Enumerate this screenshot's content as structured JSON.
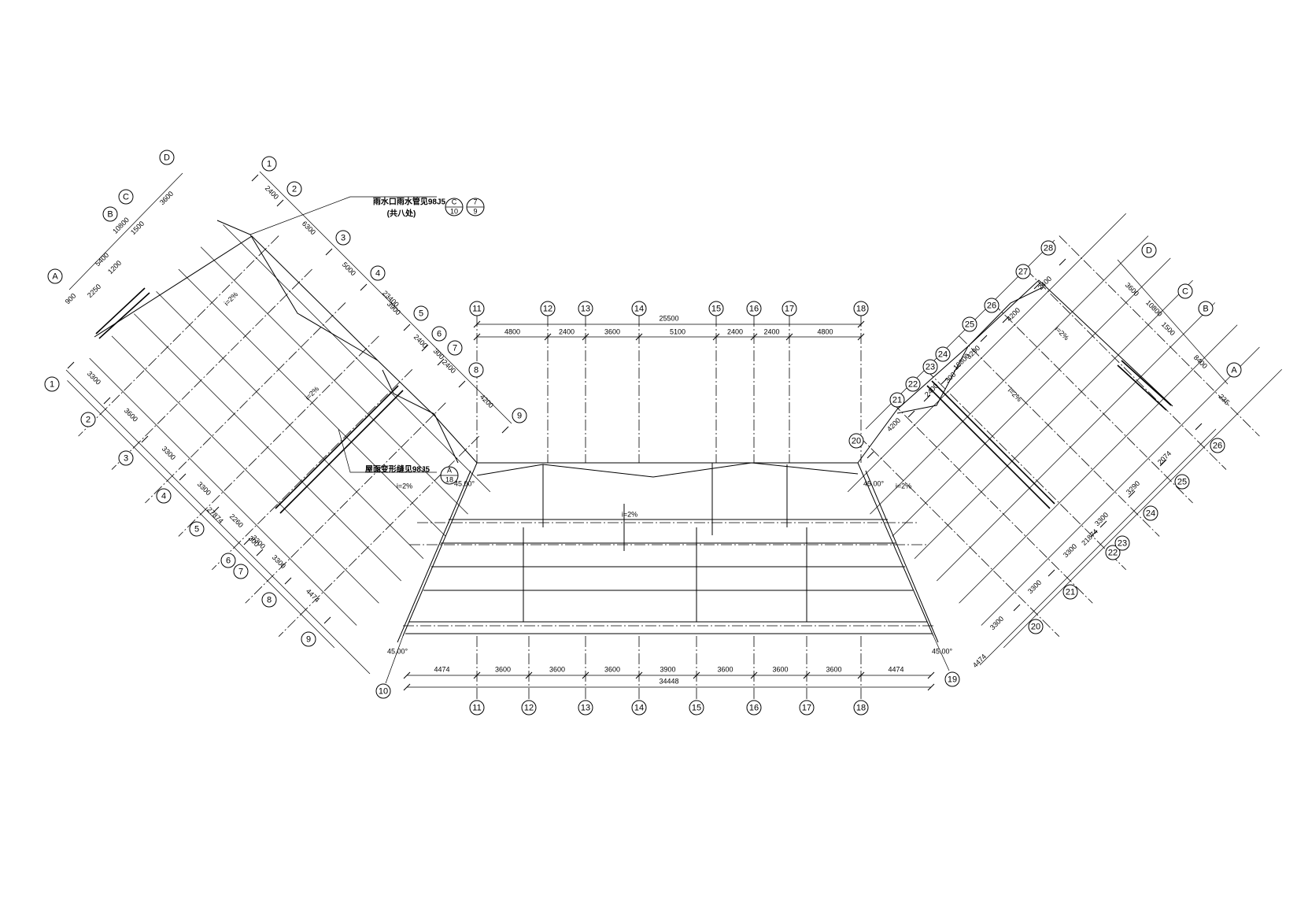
{
  "notes": {
    "drain_label": "雨水口雨水管见98J5",
    "drain_count": "(共八处)",
    "drain_ref_1_top": "C",
    "drain_ref_1_bottom": "10",
    "drain_ref_2_top": "7",
    "drain_ref_2_bottom": "9",
    "joint_label": "屋面变形缝见98J5",
    "joint_ref_top": "A",
    "joint_ref_bottom": "18"
  },
  "slopes": {
    "slope_text": "i=2%"
  },
  "center": {
    "top_axes": [
      "11",
      "12",
      "13",
      "14",
      "15",
      "16",
      "17",
      "18"
    ],
    "top_total": "25500",
    "top_dims": [
      "4800",
      "2400",
      "3600",
      "5100",
      "2400",
      "2400",
      "4800"
    ],
    "bottom_axes": [
      "11",
      "12",
      "13",
      "14",
      "15",
      "16",
      "17",
      "18"
    ],
    "bottom_dims": [
      "4474",
      "3600",
      "3600",
      "3600",
      "3900",
      "3600",
      "3600",
      "3600",
      "4474"
    ],
    "bottom_total": "34448",
    "corner_left_axis": "10",
    "corner_right_axis": "19",
    "angle_text": "45.00°"
  },
  "left_wing": {
    "row_axes": [
      "1",
      "2",
      "3",
      "4",
      "5",
      "6",
      "7",
      "8",
      "9"
    ],
    "row_dims": [
      "3300",
      "3600",
      "3300",
      "3300",
      "2260",
      "3300",
      "3300",
      "4474"
    ],
    "row_total": "27874",
    "row_gap": "300",
    "col_axes": [
      "A",
      "B",
      "C",
      "D"
    ],
    "col_dims": [
      "900",
      "2250",
      "1200",
      "5400",
      "1500",
      "3600"
    ],
    "col_total": "10800",
    "upper_axes": [
      "1",
      "2",
      "3",
      "4",
      "5",
      "6",
      "7",
      "8",
      "9"
    ],
    "upper_dims": [
      "2400",
      "6300",
      "5000",
      "3900",
      "2400",
      "2400",
      "4200"
    ],
    "upper_total": "23400",
    "upper_gap": "300"
  },
  "right_wing": {
    "row_axes": [
      "20",
      "21",
      "22",
      "23",
      "24",
      "25",
      "26"
    ],
    "row_dims": [
      "3300",
      "3300",
      "3300",
      "3300",
      "3290",
      "2074",
      "4474"
    ],
    "row_total": "21874",
    "col_axes": [
      "A",
      "B",
      "C",
      "D"
    ],
    "col_dims": [
      "235",
      "8400",
      "1500",
      "3600"
    ],
    "col_total": "10800",
    "upper_axes": [
      "28",
      "27",
      "26",
      "25",
      "24",
      "23",
      "22",
      "21",
      "20"
    ],
    "upper_dims": [
      "2400",
      "4200",
      "3290",
      "2400",
      "4200"
    ],
    "upper_total": "16800",
    "upper_gap": "300"
  }
}
